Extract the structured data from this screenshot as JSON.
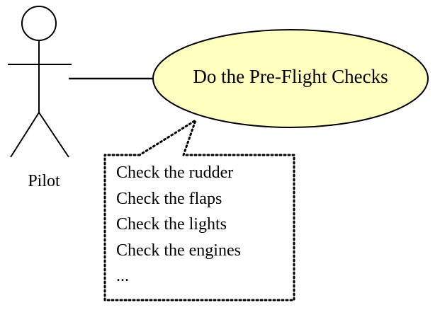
{
  "diagram": {
    "actor": {
      "label": "Pilot"
    },
    "use_case": {
      "label": "Do the Pre-Flight Checks",
      "fill_color": "#ffffc0"
    },
    "note": {
      "lines": [
        "Check the rudder",
        "Check the flaps",
        "Check the lights",
        "Check the engines",
        "..."
      ]
    },
    "stroke_color": "#000000"
  }
}
